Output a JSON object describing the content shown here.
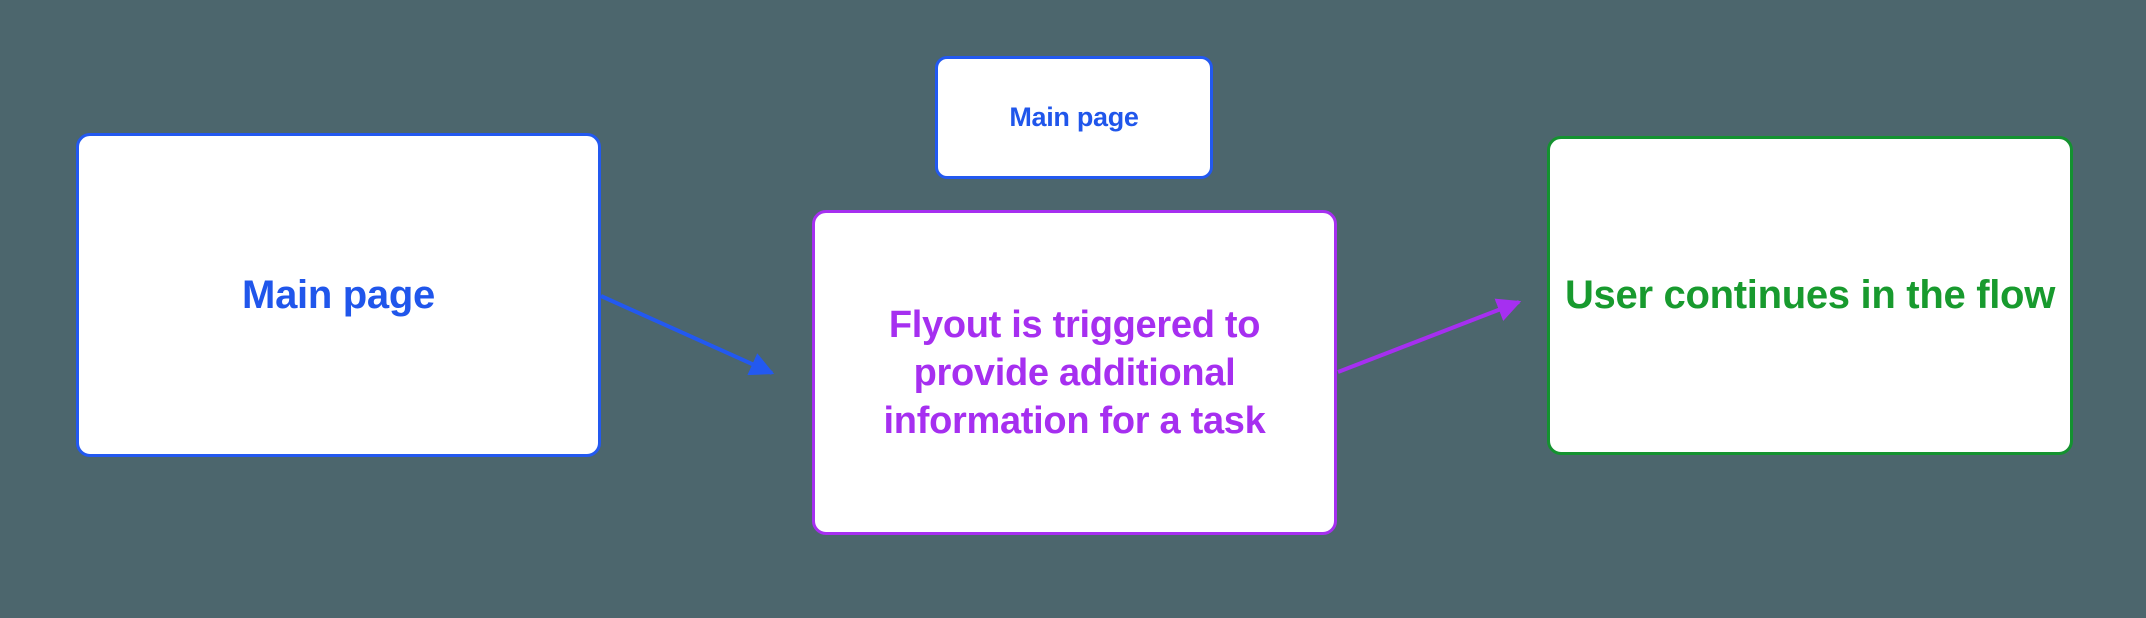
{
  "canvas": {
    "background_color": "#4c666d"
  },
  "colors": {
    "blue_text": "#2056eb",
    "blue_border": "#2359f0",
    "purple": "#a62ff0",
    "green_text": "#189a2e",
    "green_border": "#149230"
  },
  "nodes": {
    "main_page_large": {
      "label": "Main page"
    },
    "main_page_small": {
      "label": "Main page"
    },
    "flyout": {
      "lines": [
        "Flyout is triggered to",
        "provide additional",
        "information for a task"
      ]
    },
    "user_continues": {
      "label": "User continues in the flow"
    }
  },
  "connectors": {
    "blue_arrow": {
      "from": "main-page-node",
      "to": "flyout-node",
      "color": "#2359f0"
    },
    "purple_arrow": {
      "from": "flyout-node",
      "to": "user-continues-node",
      "color": "#a62ff0"
    }
  }
}
